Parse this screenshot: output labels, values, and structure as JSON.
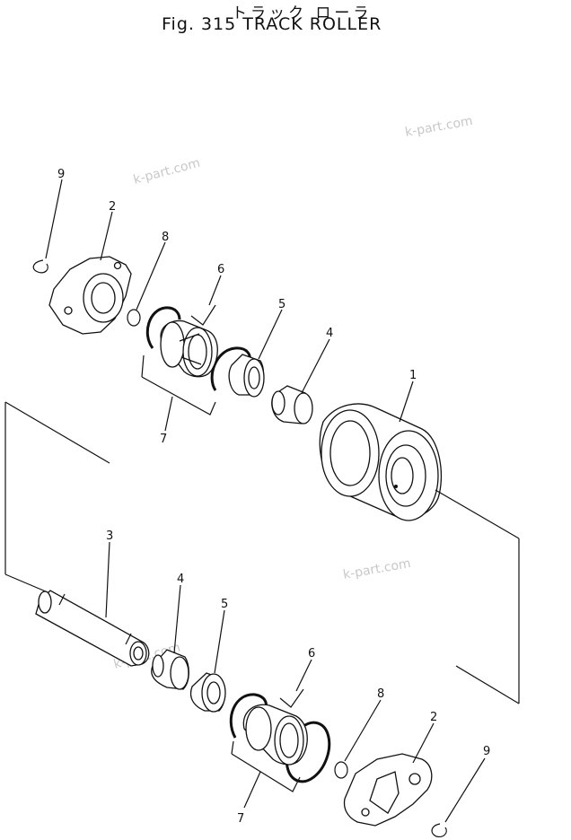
{
  "title": {
    "japanese": "トラック ローラ",
    "english": "Fig. 315 TRACK ROLLER"
  },
  "callouts": {
    "c1": "1",
    "c2_top": "2",
    "c2_bottom": "2",
    "c3": "3",
    "c4_top": "4",
    "c4_bottom": "4",
    "c5_top": "5",
    "c5_bottom": "5",
    "c6_top": "6",
    "c6_bottom": "6",
    "c7_top": "7",
    "c7_bottom": "7",
    "c8_top": "8",
    "c8_bottom": "8",
    "c9_top": "9",
    "c9_bottom": "9"
  },
  "watermarks": {
    "w1": "k-part.com",
    "w2": "k-part.com",
    "w3": "k-part.com",
    "w4": "k-part.com"
  }
}
